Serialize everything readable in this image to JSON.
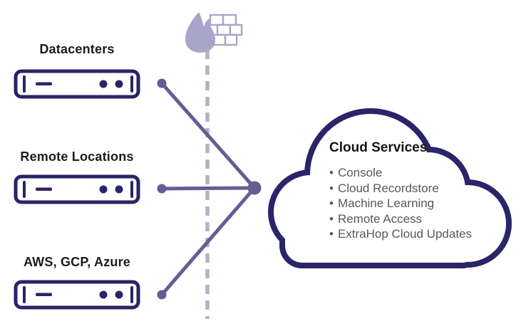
{
  "sources": [
    {
      "label": "Datacenters"
    },
    {
      "label": "Remote Locations"
    },
    {
      "label": "AWS, GCP, Azure"
    }
  ],
  "cloud": {
    "title": "Cloud Services",
    "services": [
      "Console",
      "Cloud Recordstore",
      "Machine Learning",
      "Remote Access",
      "ExtraHop Cloud Updates"
    ]
  },
  "icons": {
    "firewall": "flame-and-brick-wall",
    "server": "rack-appliance-front-panel",
    "cloud": "cloud-outline",
    "boundary": "vertical-dashed-line"
  },
  "colors": {
    "navy_outline": "#2a2468",
    "connector_purple": "#625d93",
    "dashed_boundary": "#b4b1c9",
    "firewall_lavender": "#a8a5c9",
    "label_text": "#1b1b1b",
    "services_text": "#58585a",
    "background": "#ffffff"
  }
}
